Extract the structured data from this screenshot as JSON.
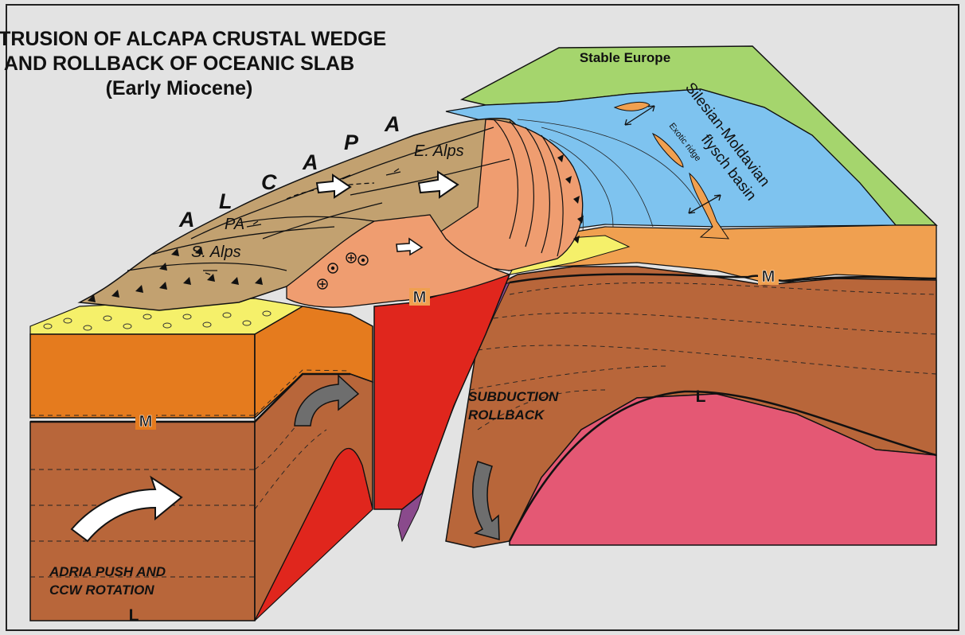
{
  "title": {
    "line1": "EXTRUSION OF ALCAPA CRUSTAL WEDGE",
    "line2": "AND ROLLBACK OF OCEANIC SLAB",
    "line3": "(Early Miocene)"
  },
  "labels": {
    "stable_europe": "Stable Europe",
    "flysch_basin_line1": "Silesian-Moldavian",
    "flysch_basin_line2": "flysch basin",
    "exotic_ridge": "Exotic ridge",
    "alcapa_letters": [
      "A",
      "L",
      "C",
      "A",
      "P",
      "A"
    ],
    "east_alps": "E. Alps",
    "pa": "PA",
    "south_alps": "S. Alps",
    "moho": "M",
    "lithosphere": "L",
    "subduction_line1": "SUBDUCTION",
    "subduction_line2": "ROLLBACK",
    "adria_line1": "ADRIA PUSH AND",
    "adria_line2": "CCW ROTATION"
  },
  "colors": {
    "background": "#e3e3e3",
    "stable_europe": "#a5d56d",
    "flysch_basin": "#7ec3ef",
    "alcapa_upper": "#c2a170",
    "alcapa_wedge": "#ef9d70",
    "crust_orange": "#f0a050",
    "molasse_yellow": "#f5f06a",
    "adria_orange": "#e57b1e",
    "mantle_brown": "#b8663a",
    "red_slab": "#e0261d",
    "asthenosphere": "#e45874",
    "slab_purple": "#8a4a8c"
  }
}
